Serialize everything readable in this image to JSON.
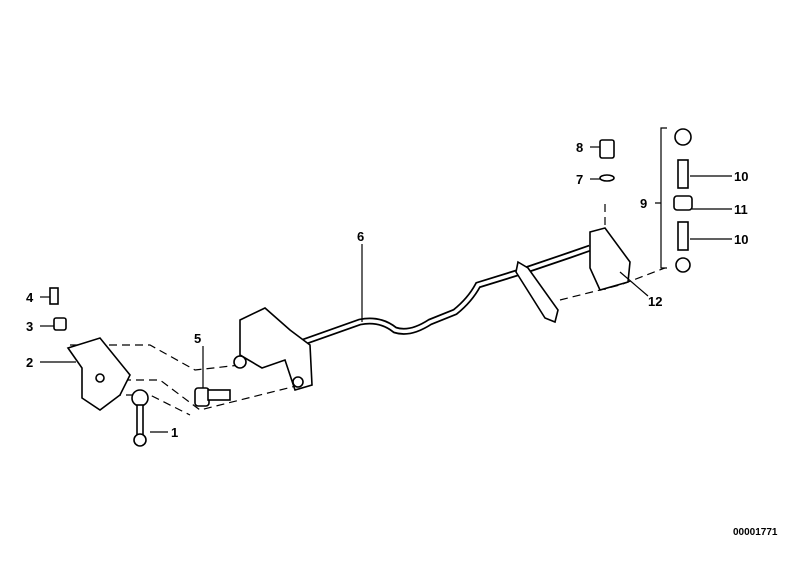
{
  "diagram": {
    "callouts": {
      "p1": "1",
      "p2": "2",
      "p3": "3",
      "p4": "4",
      "p5": "5",
      "p6": "6",
      "p7": "7",
      "p8": "8",
      "p9": "9",
      "p10a": "10",
      "p11": "11",
      "p10b": "10",
      "p12": "12"
    },
    "image_code": "00001771"
  }
}
